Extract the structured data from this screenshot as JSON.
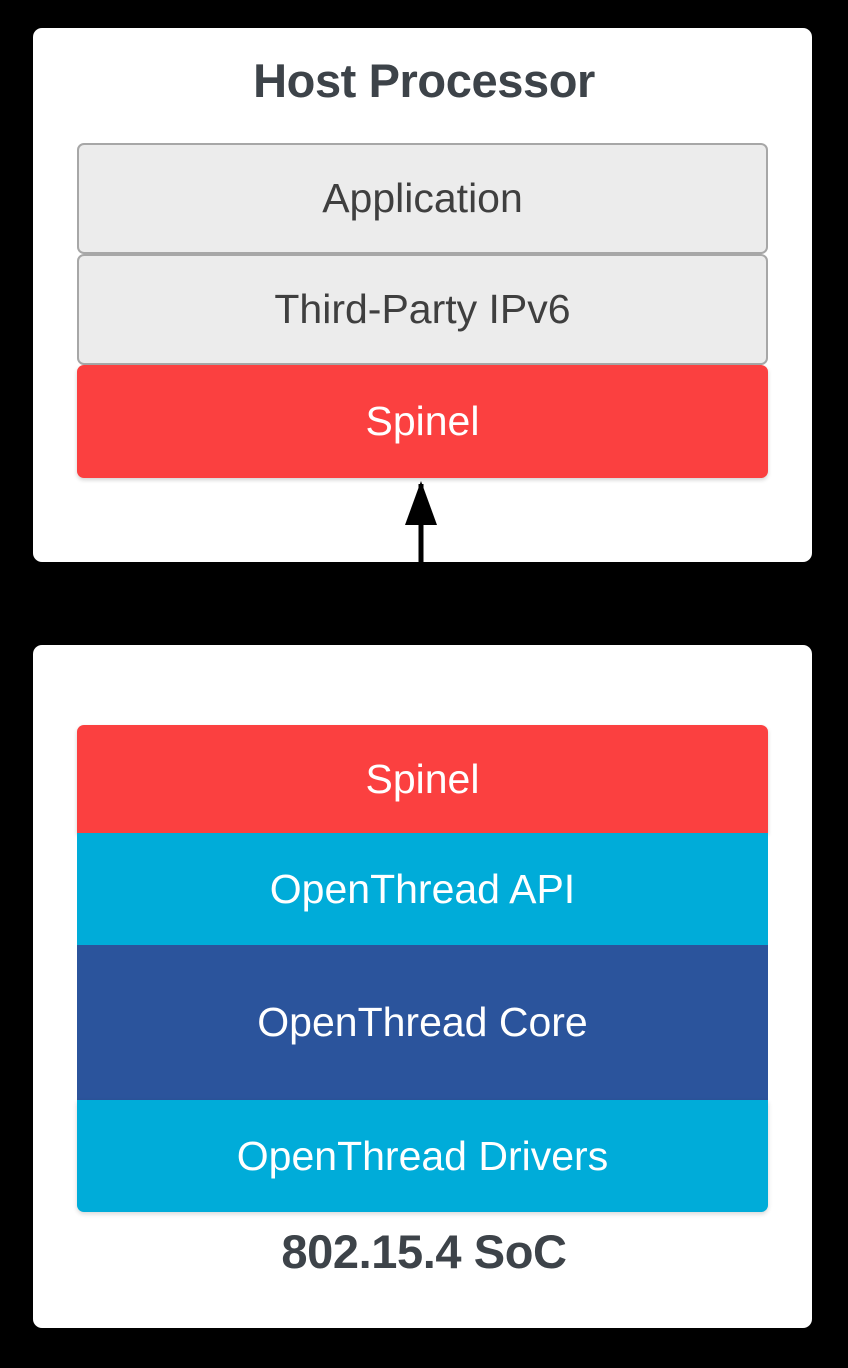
{
  "diagram": {
    "title": "Thread RCP / NCP architecture stack",
    "background_color": "#000000",
    "panels": [
      {
        "id": "host-processor",
        "heading": "Host Processor",
        "heading_position": "top",
        "layers": [
          {
            "label": "Application",
            "style": "gray",
            "color": "#ececec"
          },
          {
            "label": "Third-Party IPv6",
            "style": "gray",
            "color": "#ececec"
          },
          {
            "label": "Spinel",
            "style": "red",
            "color": "#fb4040"
          }
        ]
      },
      {
        "id": "802-15-4-soc",
        "heading": "802.15.4 SoC",
        "heading_position": "bottom",
        "layers": [
          {
            "label": "Spinel",
            "style": "red",
            "color": "#fb4040"
          },
          {
            "label": "OpenThread API",
            "style": "cyan",
            "color": "#00acd9"
          },
          {
            "label": "OpenThread Core",
            "style": "navy",
            "color": "#2b549c"
          },
          {
            "label": "OpenThread Drivers",
            "style": "cyan",
            "color": "#00acd9"
          }
        ]
      }
    ],
    "connector": {
      "name": "spinel-link",
      "kind": "double-headed-arrow",
      "orientation": "vertical",
      "color": "#000000",
      "from": "host-processor.Spinel",
      "to": "802-15-4-soc.Spinel"
    },
    "palette": {
      "panel_background": "#ffffff",
      "heading_text": "#3d4349",
      "gray_fill": "#ececec",
      "gray_border": "#a7a7a7",
      "gray_text": "#3f3f3f",
      "red": "#fb4040",
      "cyan": "#00acd9",
      "navy": "#2b549c",
      "layer_text": "#ffffff"
    }
  }
}
